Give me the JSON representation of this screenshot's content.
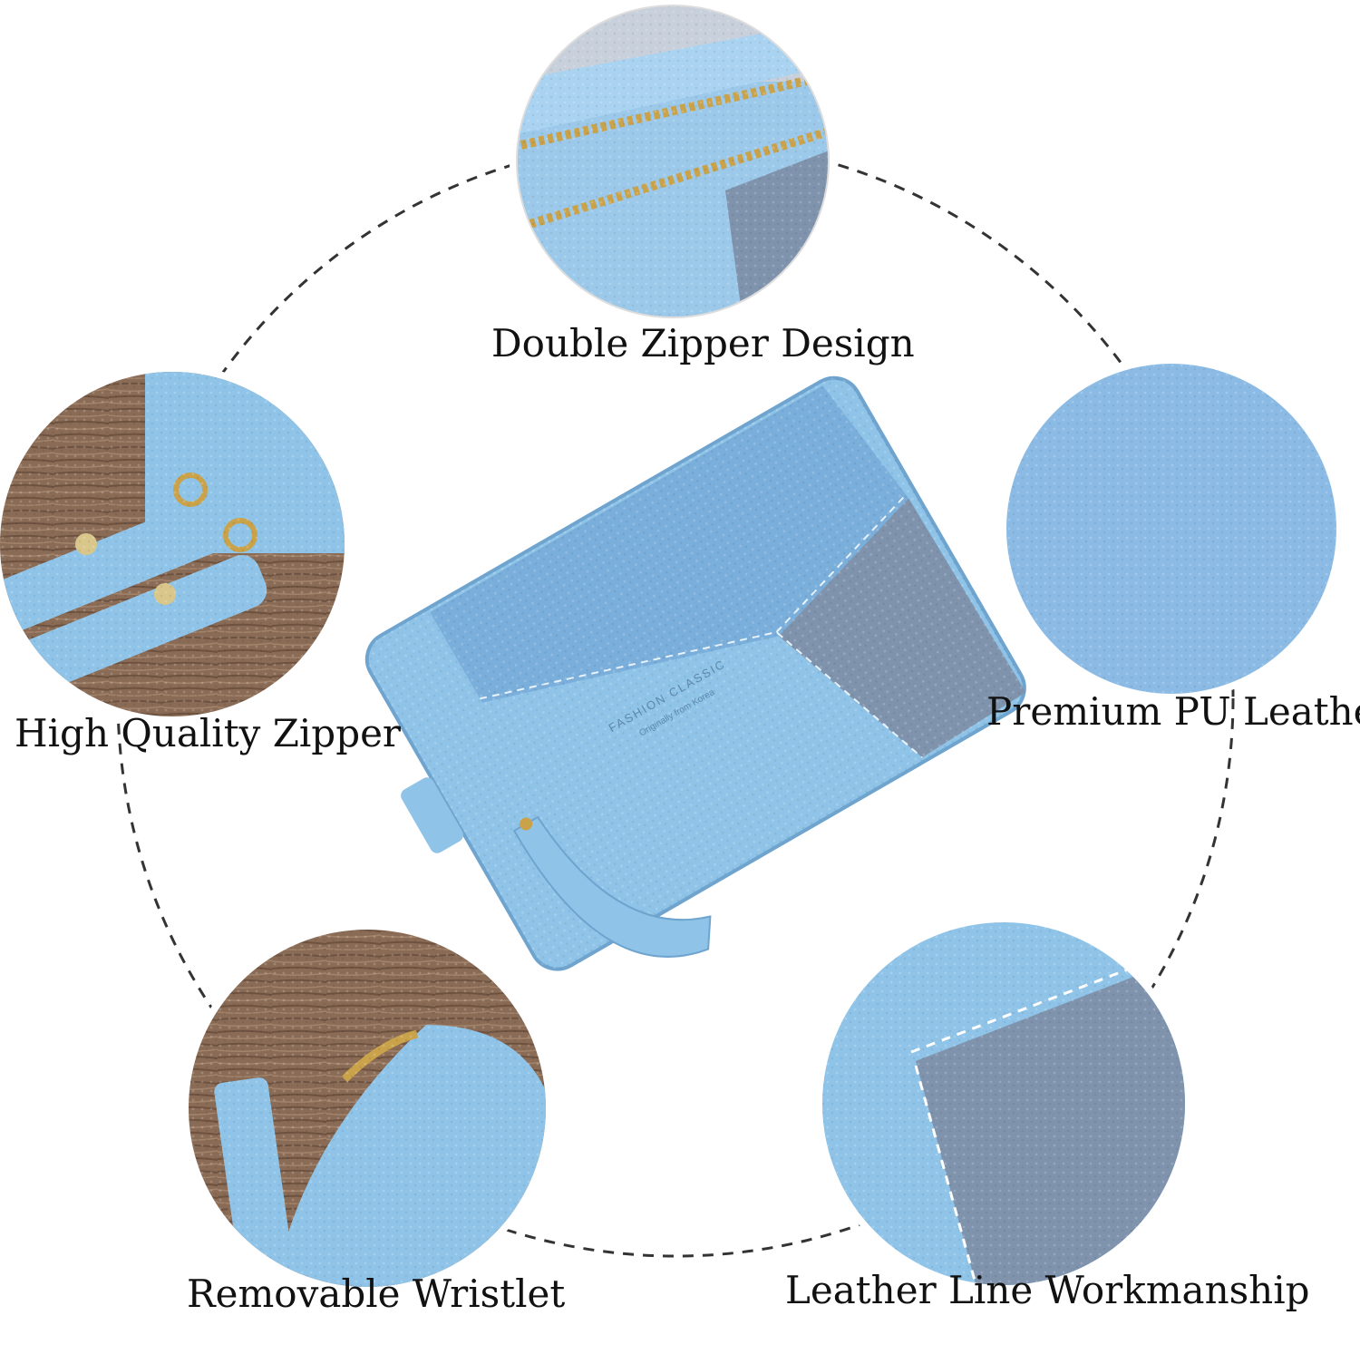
{
  "features": [
    {
      "label": "Double Zipper Design"
    },
    {
      "label": "Premium PU Leather"
    },
    {
      "label": "Leather Line Workmanship"
    },
    {
      "label": "Removable Wristlet"
    },
    {
      "label": "High Quality Zipper"
    }
  ],
  "product": {
    "brand_line1": "FASHION CLASSIC",
    "brand_line2": "Originally from Korea"
  },
  "colors": {
    "light_blue": "#8fc4e8",
    "mid_blue": "#7aaedb",
    "slate_blue": "#7f93ad",
    "wood": "#8a6b55",
    "gold": "#c9a24a"
  }
}
